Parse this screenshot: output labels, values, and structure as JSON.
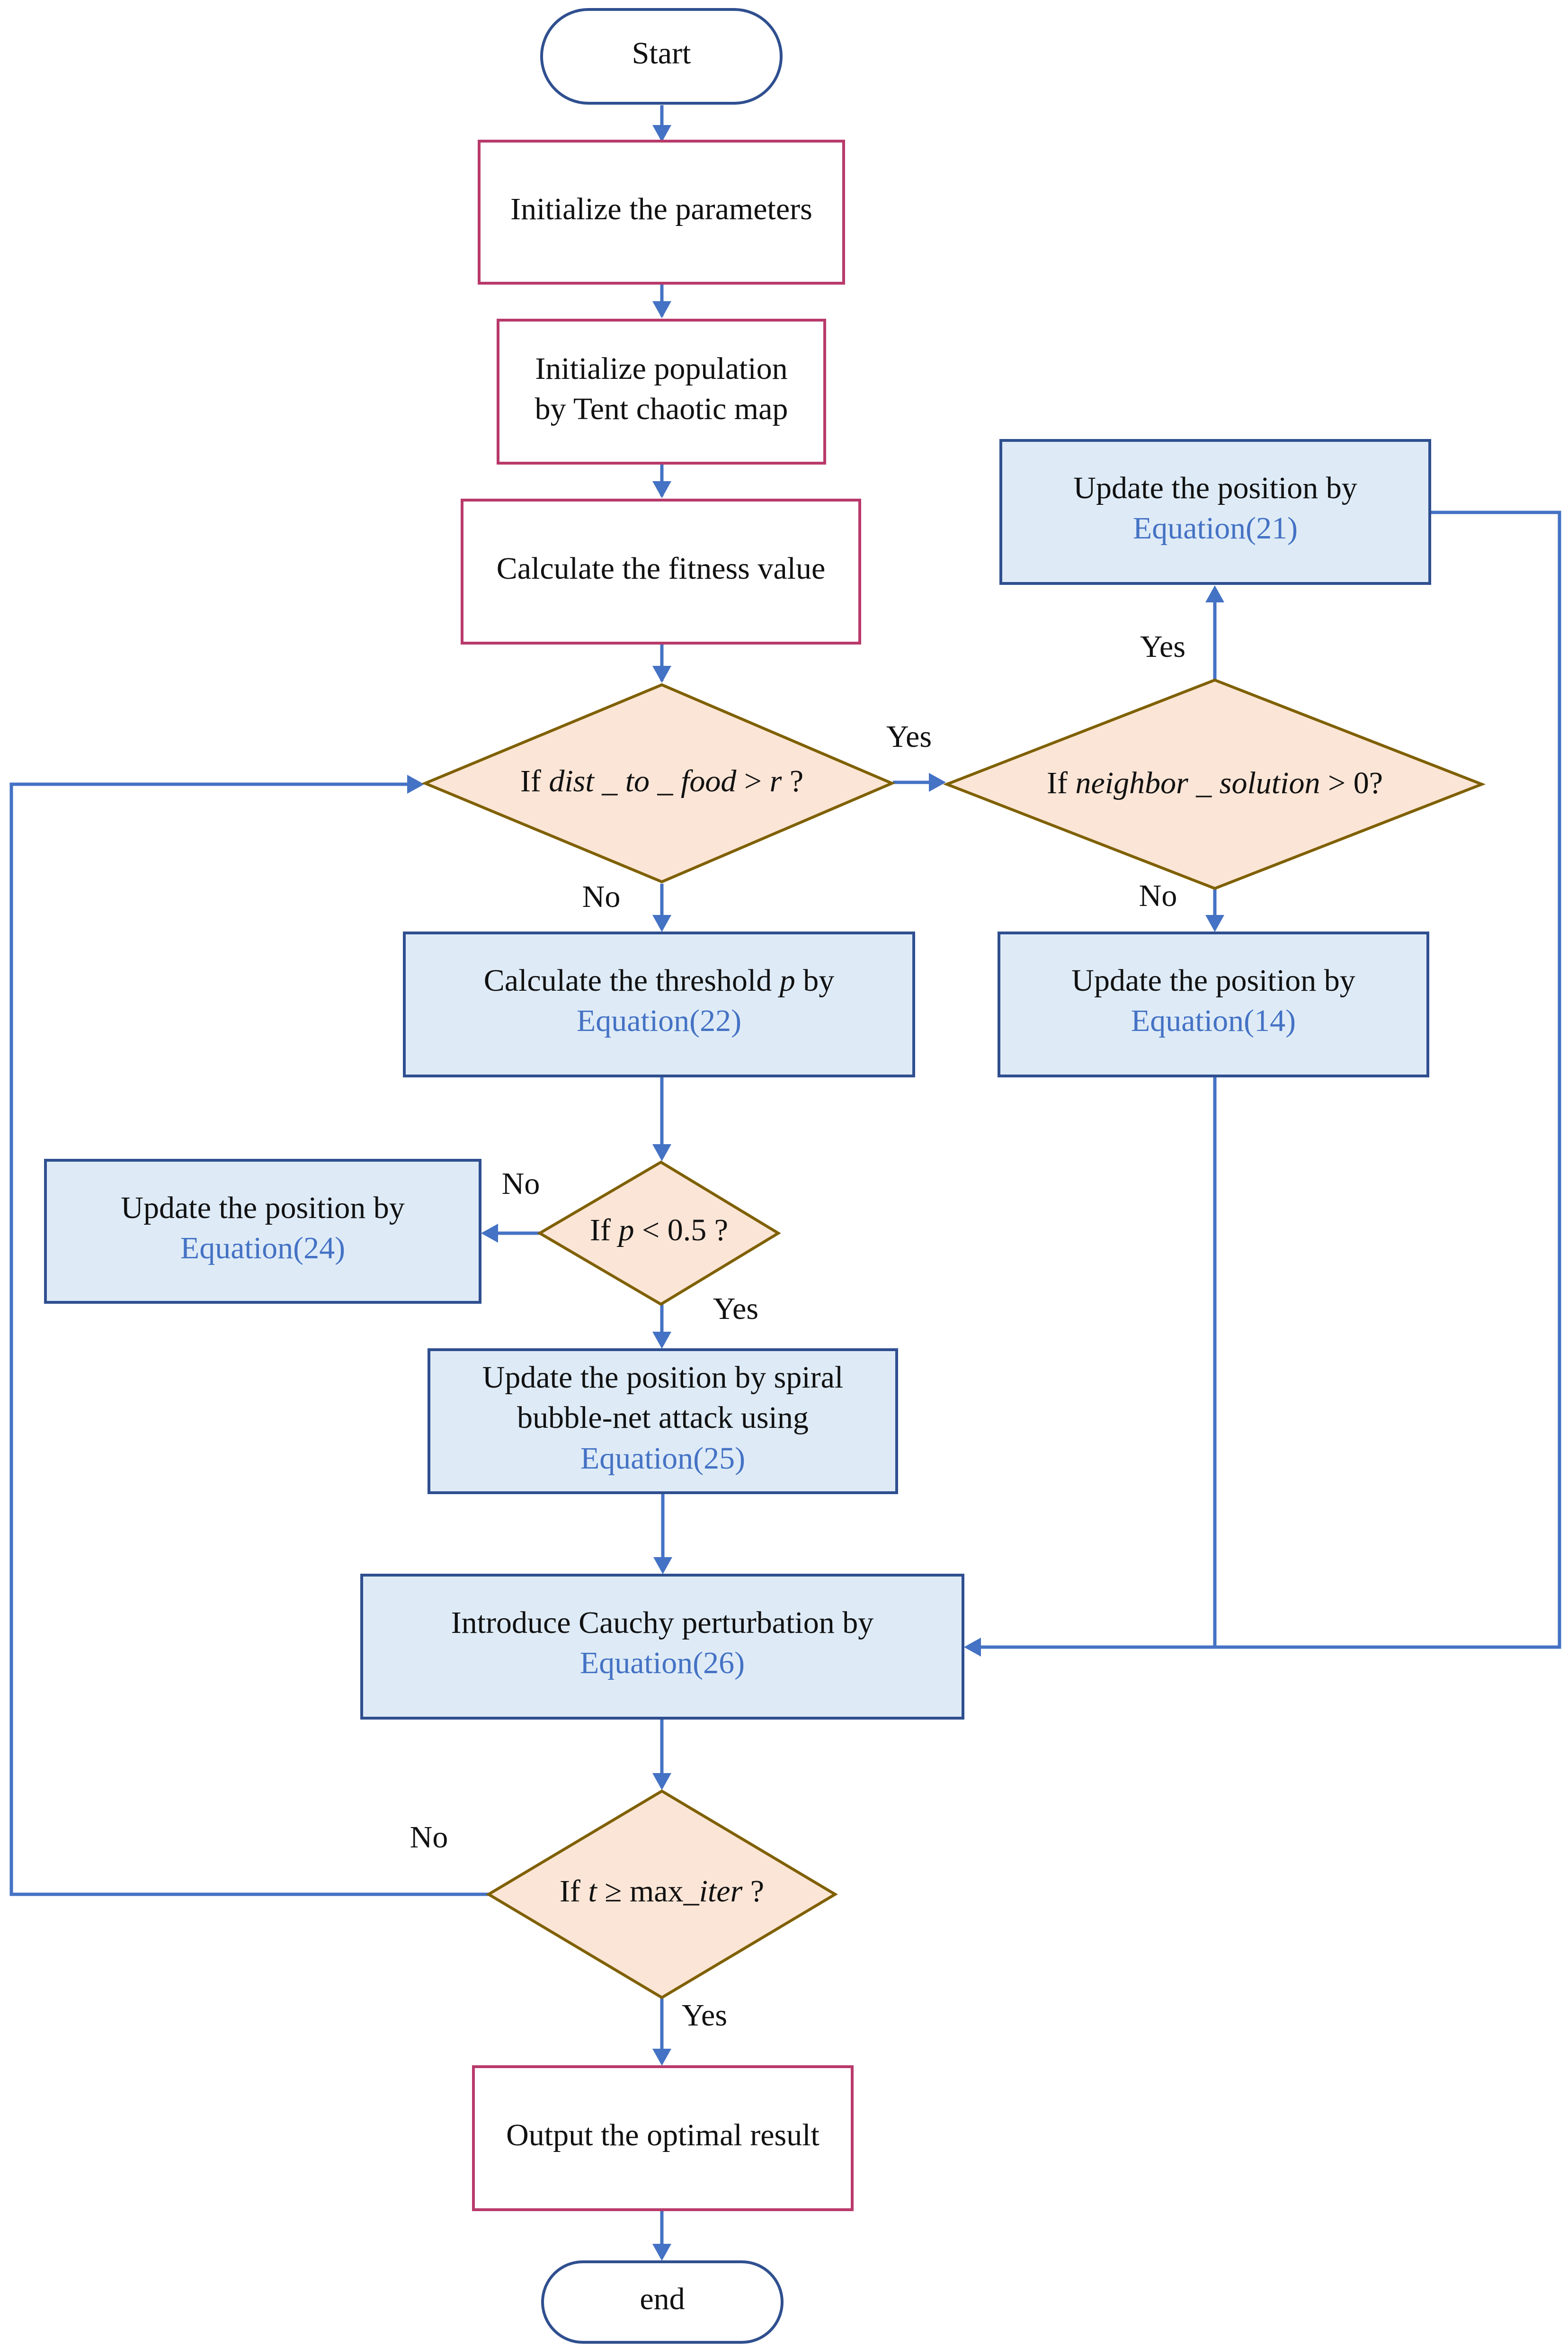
{
  "nodes": {
    "start": "Start",
    "init_params": "Initialize the parameters",
    "init_pop_1": "Initialize population",
    "init_pop_2": "by Tent chaotic map",
    "calc_fitness": "Calculate the fitness value",
    "dec_dist": {
      "if": "If",
      "var1": "dist",
      "sep1": " _ ",
      "var2": "to",
      "sep2": " _ ",
      "var3": "food",
      "op": " > ",
      "var4": "r",
      "q": "?"
    },
    "dec_neighbor": {
      "if": "If",
      "var1": "neighbor",
      "sep1": " _ ",
      "var2": "solution",
      "op": " > 0",
      "q": "?"
    },
    "upd21": {
      "line1": "Update the position by",
      "eq": "Equation(21)"
    },
    "upd14": {
      "line1": "Update the position by",
      "eq": "Equation(14)"
    },
    "calc_threshold": {
      "pre": "Calculate the threshold ",
      "var": "p",
      "post": " by",
      "eq": "Equation(22)"
    },
    "dec_p": {
      "if": "If",
      "var": "p",
      "op": " < 0.5",
      "q": "?"
    },
    "upd24": {
      "line1": "Update the position by",
      "eq": "Equation(24)"
    },
    "upd25": {
      "line1": "Update the position by spiral",
      "line2": "bubble-net attack using",
      "eq": "Equation(25)"
    },
    "cauchy": {
      "line1": "Introduce Cauchy perturbation by",
      "eq": "Equation(26)"
    },
    "dec_t": {
      "if": "If",
      "var1": "t",
      "op": " ≥ max_",
      "var2": "iter",
      "q": "?"
    },
    "output": "Output the optimal result",
    "end": "end"
  },
  "edge_labels": {
    "dist_yes": "Yes",
    "dist_no": "No",
    "neighbor_yes": "Yes",
    "neighbor_no": "No",
    "p_no": "No",
    "p_yes": "Yes",
    "t_no": "No",
    "t_yes": "Yes"
  },
  "colors": {
    "edge": "#4472c4",
    "terminal_border": "#2f4f8f",
    "process_border": "#b83a6b",
    "blue_fill": "#deebf7",
    "decision_fill": "#fbe5d6",
    "decision_border": "#7f6000",
    "equation_text": "#4472c4"
  }
}
